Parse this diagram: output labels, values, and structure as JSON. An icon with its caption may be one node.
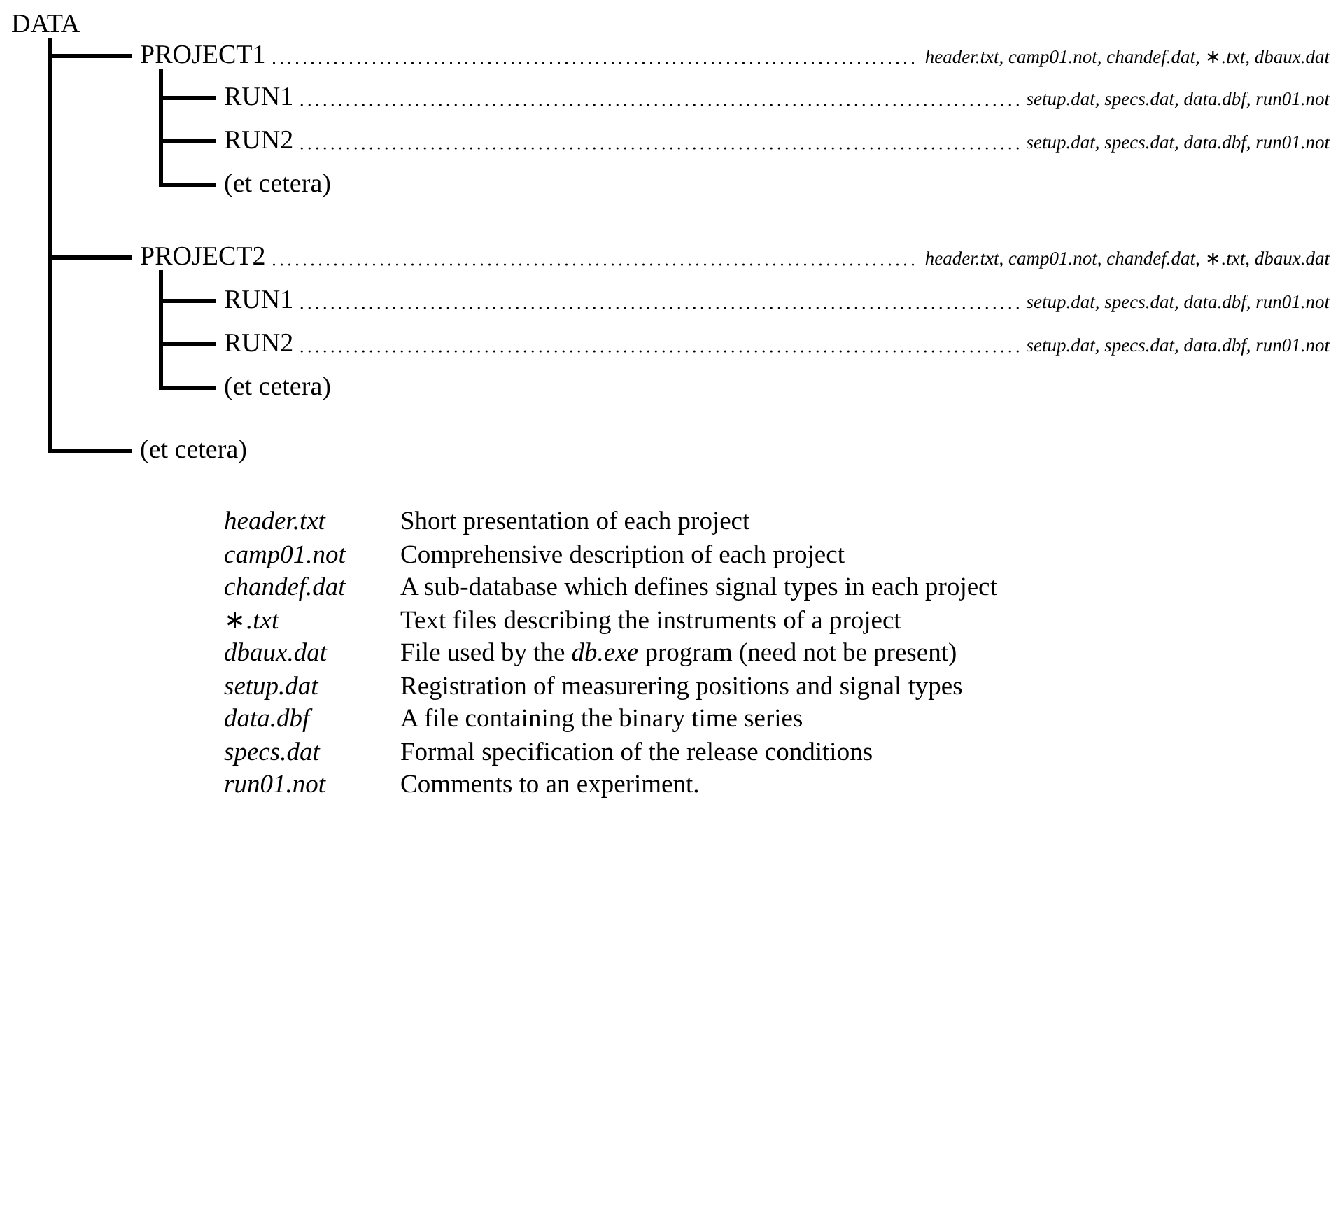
{
  "diagram": {
    "nodes": [
      {
        "text": [
          "DATA"
        ]
      },
      {
        "text": [
          "PROJECT1"
        ]
      },
      {
        "text": [
          "RUN1"
        ]
      },
      {
        "text": [
          "RUN2"
        ]
      },
      {
        "text": [
          "(et cetera)"
        ]
      },
      {
        "text": [
          "PROJECT2"
        ]
      },
      {
        "text": [
          "RUN1"
        ]
      },
      {
        "text": [
          "RUN2"
        ]
      },
      {
        "text": [
          "(et cetera)"
        ]
      },
      {
        "text": [
          "(et cetera)"
        ]
      },
      {
        "text": [
          "*header.txt, camp01.not, chandef.dat,* ∗*.txt, dbaux.dat*"
        ]
      },
      {
        "text": [
          "*setup.dat, specs.dat, data.dbf, run01.not*"
        ]
      },
      {
        "text": [
          "*setup.dat, specs.dat, data.dbf, run01.not*"
        ]
      },
      {
        "text": [
          "*header.txt, camp01.not, chandef.dat,* ∗*.txt, dbaux.dat*"
        ]
      },
      {
        "text": [
          "*setup.dat, specs.dat, data.dbf, run01.not*"
        ]
      },
      {
        "text": [
          "*setup.dat, specs.dat, data.dbf, run01.not*"
        ]
      }
    ],
    "edges": [
      {
        "from": 0,
        "to": 1,
        "arrow": "none"
      },
      {
        "from": 1,
        "to": 2,
        "arrow": "none"
      },
      {
        "from": 1,
        "to": 3,
        "arrow": "none"
      },
      {
        "from": 1,
        "to": 4,
        "arrow": "none"
      },
      {
        "from": 0,
        "to": 5,
        "arrow": "none"
      },
      {
        "from": 5,
        "to": 6,
        "arrow": "none"
      },
      {
        "from": 5,
        "to": 7,
        "arrow": "none"
      },
      {
        "from": 5,
        "to": 8,
        "arrow": "none"
      },
      {
        "from": 0,
        "to": 9,
        "arrow": "none"
      },
      {
        "from": 1,
        "to": 10,
        "arrow": "none",
        "style": "dashed"
      },
      {
        "from": 2,
        "to": 11,
        "arrow": "none",
        "style": "dashed"
      },
      {
        "from": 3,
        "to": 12,
        "arrow": "none",
        "style": "dashed"
      },
      {
        "from": 5,
        "to": 13,
        "arrow": "none",
        "style": "dashed"
      },
      {
        "from": 6,
        "to": 14,
        "arrow": "none",
        "style": "dashed"
      },
      {
        "from": 7,
        "to": 15,
        "arrow": "none",
        "style": "dashed"
      }
    ],
    "labels": [
      "*header.txt*",
      "Short presentation of each project",
      "*camp01.not*",
      "Comprehensive description of each project",
      "*chandef.dat*",
      "A sub-database which defines signal types in each project",
      "∗*.txt*",
      "Text files describing the instruments of a project",
      "*dbaux.dat*",
      "File used by the *db.exe* program (need not be present)",
      "*setup.dat*",
      "Registration of measurering positions and signal types",
      "*data.dbf*",
      "A file containing the binary time series",
      "*specs.dat*",
      "Formal specification of the release conditions",
      "*run01.not*",
      "Comments to an experiment."
    ]
  }
}
